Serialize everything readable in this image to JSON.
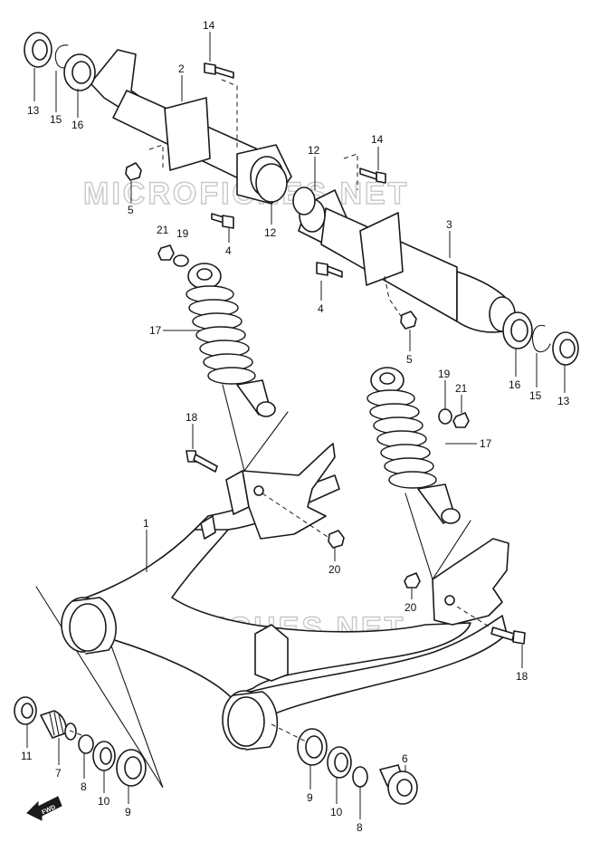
{
  "watermark": {
    "text": "MICROFICHES.NET"
  },
  "fwd_badge": {
    "text": "FWD"
  },
  "callouts": [
    {
      "id": "c13a",
      "text": "13"
    },
    {
      "id": "c15a",
      "text": "15"
    },
    {
      "id": "c16a",
      "text": "16"
    },
    {
      "id": "c2",
      "text": "2"
    },
    {
      "id": "c14a",
      "text": "14"
    },
    {
      "id": "c5a",
      "text": "5"
    },
    {
      "id": "c4a",
      "text": "4"
    },
    {
      "id": "c12a",
      "text": "12"
    },
    {
      "id": "c21a",
      "text": "21"
    },
    {
      "id": "c19a",
      "text": "19"
    },
    {
      "id": "c17a",
      "text": "17"
    },
    {
      "id": "c18a",
      "text": "18"
    },
    {
      "id": "c1",
      "text": "1"
    },
    {
      "id": "c20a",
      "text": "20"
    },
    {
      "id": "c12b",
      "text": "12"
    },
    {
      "id": "c14b",
      "text": "14"
    },
    {
      "id": "c3",
      "text": "3"
    },
    {
      "id": "c4b",
      "text": "4"
    },
    {
      "id": "c5b",
      "text": "5"
    },
    {
      "id": "c16b",
      "text": "16"
    },
    {
      "id": "c15b",
      "text": "15"
    },
    {
      "id": "c13b",
      "text": "13"
    },
    {
      "id": "c19b",
      "text": "19"
    },
    {
      "id": "c21b",
      "text": "21"
    },
    {
      "id": "c17b",
      "text": "17"
    },
    {
      "id": "c20b",
      "text": "20"
    },
    {
      "id": "c18b",
      "text": "18"
    },
    {
      "id": "c11",
      "text": "11"
    },
    {
      "id": "c7",
      "text": "7"
    },
    {
      "id": "c8a",
      "text": "8"
    },
    {
      "id": "c10a",
      "text": "10"
    },
    {
      "id": "c9a",
      "text": "9"
    },
    {
      "id": "c9b",
      "text": "9"
    },
    {
      "id": "c10b",
      "text": "10"
    },
    {
      "id": "c8b",
      "text": "8"
    },
    {
      "id": "c6",
      "text": "6"
    }
  ]
}
